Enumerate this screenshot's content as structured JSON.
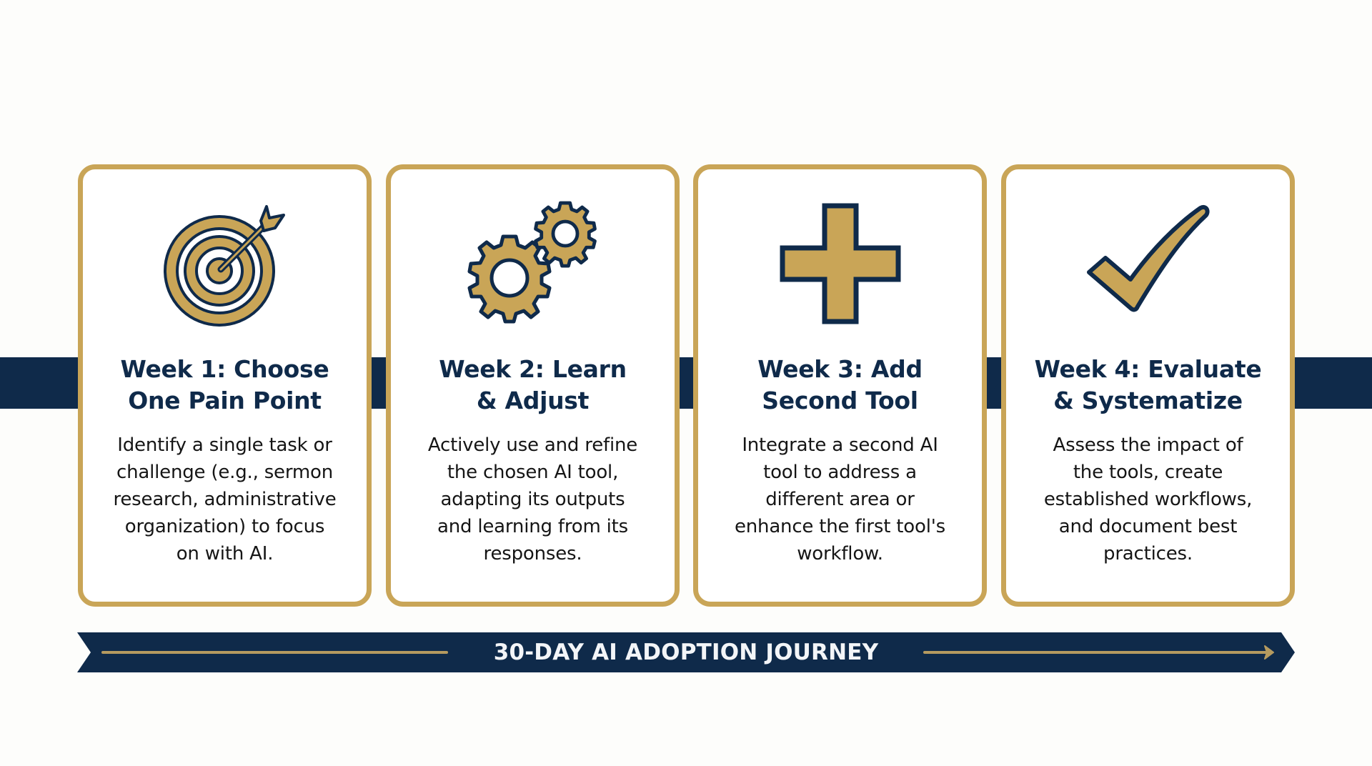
{
  "colors": {
    "navy": "#0f2a4a",
    "gold": "#c9a557",
    "background": "#fdfdfb",
    "card_background": "#ffffff",
    "body_text": "#151515",
    "banner_text": "#f3f5f8"
  },
  "steps": [
    {
      "icon": "target-arrow-icon",
      "title_lines": [
        "Week 1: Choose",
        "One Pain Point"
      ],
      "description_lines": [
        "Identify a single task or",
        "challenge (e.g., sermon",
        "research, administrative",
        "organization) to focus",
        "on with AI."
      ]
    },
    {
      "icon": "gears-icon",
      "title_lines": [
        "Week 2: Learn",
        "& Adjust"
      ],
      "description_lines": [
        "Actively use and refine",
        "the chosen AI tool,",
        "adapting its outputs",
        "and learning from its",
        "responses."
      ]
    },
    {
      "icon": "plus-icon",
      "title_lines": [
        "Week 3: Add",
        "Second Tool"
      ],
      "description_lines": [
        "Integrate a second AI",
        "tool to address a",
        "different area or",
        "enhance the first tool's",
        "workflow."
      ]
    },
    {
      "icon": "checkmark-icon",
      "title_lines": [
        "Week 4: Evaluate",
        "& Systematize"
      ],
      "description_lines": [
        "Assess the impact of",
        "the tools, create",
        "established workflows,",
        "and document best",
        "practices."
      ]
    }
  ],
  "banner": {
    "title": "30-DAY AI ADOPTION JOURNEY",
    "icon": "arrow-right-icon"
  }
}
